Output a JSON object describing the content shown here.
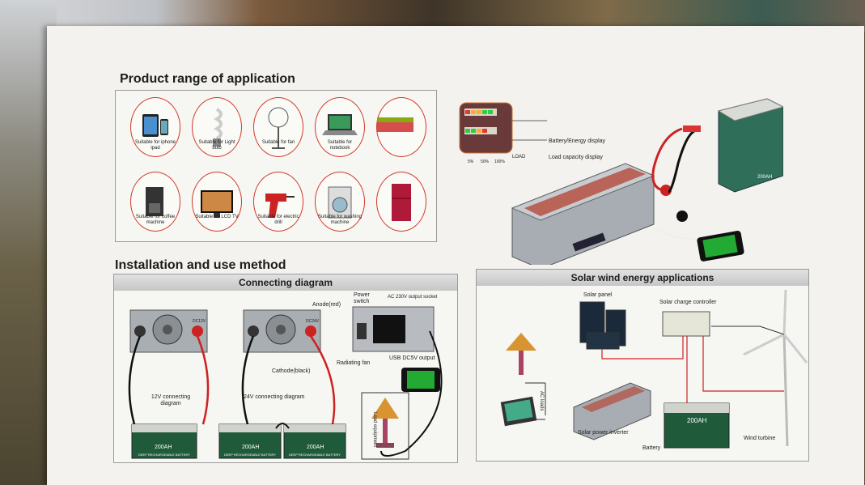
{
  "application": {
    "title": "Product range of application",
    "items": [
      {
        "label": "Suitable for iphone ipad",
        "icon": "tablet-phone-icon"
      },
      {
        "label": "Suitable for Light bulb",
        "icon": "light-bulb-icon"
      },
      {
        "label": "Suitable for fan",
        "icon": "fan-icon"
      },
      {
        "label": "Suitable for notebook",
        "icon": "notebook-icon"
      },
      {
        "label": "",
        "icon": "glass-cup-icon"
      },
      {
        "label": "Suitable for coffee machine",
        "icon": "coffee-machine-icon"
      },
      {
        "label": "Suitable for LCD TV",
        "icon": "lcd-tv-icon"
      },
      {
        "label": "Suitable for electric drill",
        "icon": "electric-drill-icon"
      },
      {
        "label": "Suitable for washing machine",
        "icon": "washing-machine-icon"
      },
      {
        "label": "",
        "icon": "refrigerator-icon"
      }
    ]
  },
  "display": {
    "battery_label": "Battery/Energy display",
    "load_label": "Load capacity display",
    "load_tag": "LOAD",
    "scale": [
      "5%",
      "50%",
      "100%"
    ],
    "battery_brand": "200AH"
  },
  "installation": {
    "title": "Installation and use method",
    "connecting_title": "Connecting diagram",
    "anode": "Anode(red)",
    "cathode": "Cathode(black)",
    "radiating_fan": "Radiating fan",
    "dc12": "DC12V",
    "dc24": "DC24V",
    "power_switch": "Power switch",
    "ac_output": "AC 230V output socket",
    "usb_output": "USB DC5V output",
    "load_equipment": "Load equipment",
    "diagram_12v": "12V connecting diagram",
    "diagram_24v": "24V connecting diagram",
    "battery_label": "200AH",
    "battery_sub": "DEEP RECHARGEABLE BATTERY"
  },
  "solar": {
    "title": "Solar wind energy applications",
    "solar_panel": "Solar panel",
    "charge_controller": "Solar charge controller",
    "ac_loads": "AC loads",
    "power_inverter": "Solar power inverter",
    "battery": "Battery",
    "wind_turbine": "Wind turbine",
    "battery_label": "200AH"
  },
  "colors": {
    "accent": "#d23a2a",
    "battery_green": "#1f5a3a",
    "box": "#f3f2ee"
  }
}
